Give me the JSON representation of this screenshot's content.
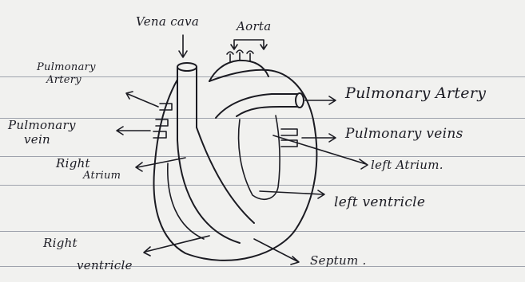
{
  "labels": {
    "vena_cava": "Vena cava",
    "aorta": "Aorta",
    "pulmonary_artery_left_line1": "Pulmonary",
    "pulmonary_artery_left_line2": "Artery",
    "pulmonary_vein_line1": "Pulmonary",
    "pulmonary_vein_line2": "vein",
    "right_atrium_line1": "Right",
    "right_atrium_line2": "Atrium",
    "pulmonary_artery_right": "Pulmonary Artery",
    "pulmonary_veins": "Pulmonary veins",
    "left_atrium": "left Atrium.",
    "left_ventricle": "left ventricle",
    "right_ventricle_line1": "Right",
    "right_ventricle_line2": "ventricle",
    "septum": "Septum ."
  },
  "colors": {
    "paper": "#f1f1ef",
    "ink": "#1b1b22",
    "ruled_line": "#9fa3ad"
  }
}
